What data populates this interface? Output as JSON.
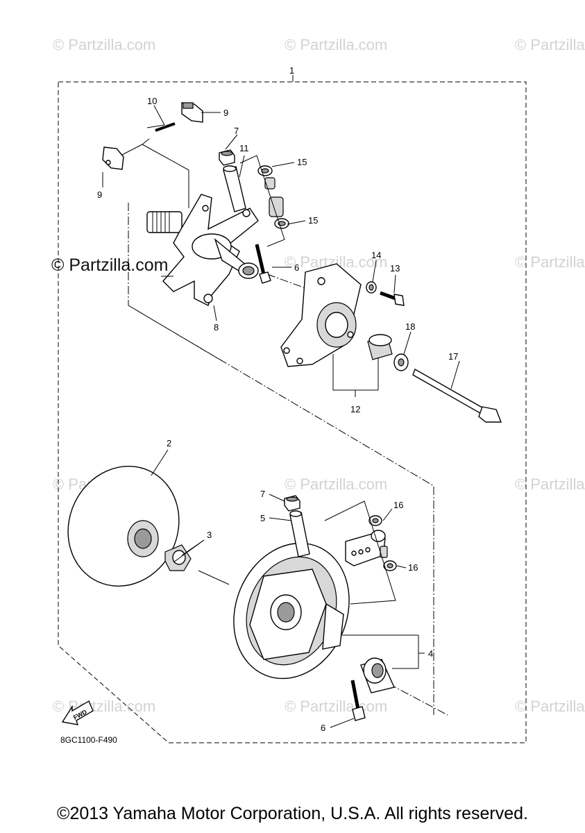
{
  "watermark": {
    "text": "© Partzilla.com",
    "prominent_text": "© Partzilla.com"
  },
  "diagram_code": "8GC1100-F490",
  "fwd_label": "FWD",
  "copyright": "©2013 Yamaha Motor Corporation, U.S.A. All rights reserved.",
  "callouts": {
    "c1": "1",
    "c2": "2",
    "c3": "3",
    "c4": "4",
    "c5": "5",
    "c6a": "6",
    "c6b": "6",
    "c7a": "7",
    "c7b": "7",
    "c8": "8",
    "c9a": "9",
    "c9b": "9",
    "c10": "10",
    "c11": "11",
    "c12": "12",
    "c13": "13",
    "c14": "14",
    "c15a": "15",
    "c15b": "15",
    "c16a": "16",
    "c16b": "16",
    "c17": "17",
    "c18": "18"
  }
}
